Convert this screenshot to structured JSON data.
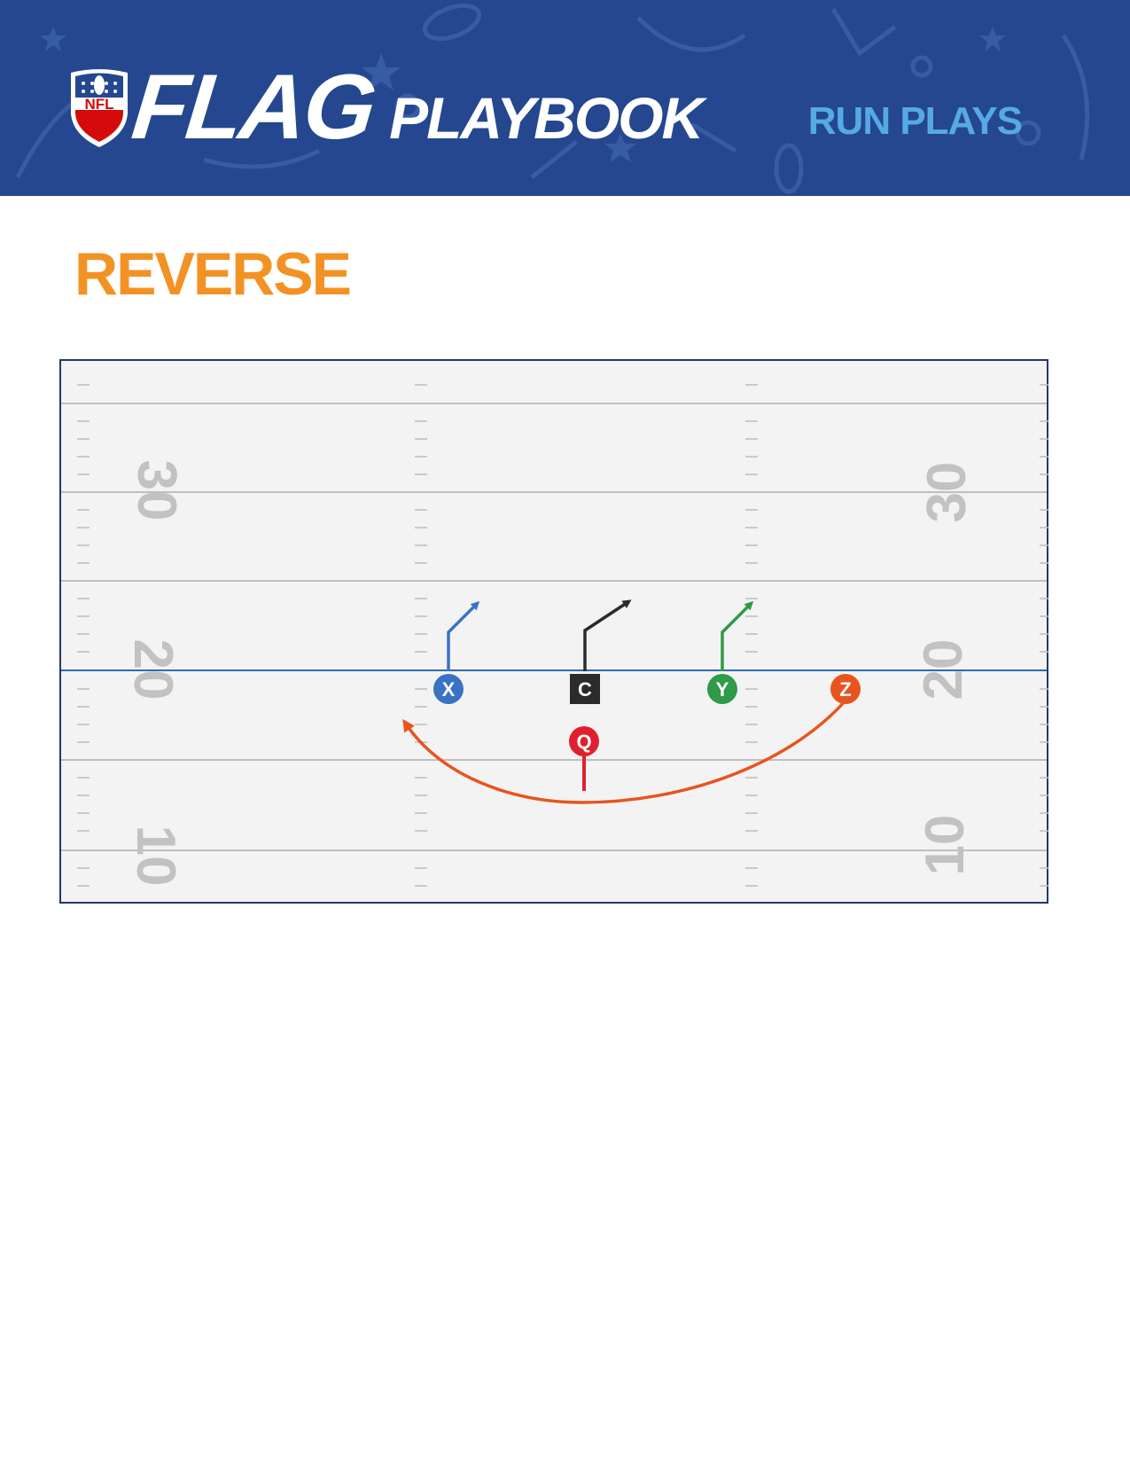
{
  "header": {
    "logo_text": "NFL",
    "brand_flag": "FLAG",
    "brand_playbook": "PLAYBOOK",
    "section": "RUN PLAYS",
    "color_background": "#24478f",
    "color_section": "#56a9e4"
  },
  "play": {
    "title": "REVERSE",
    "title_color": "#f39224"
  },
  "field": {
    "yard_numbers": {
      "left": [
        "30",
        "20",
        "10"
      ],
      "right": [
        "30",
        "20",
        "10"
      ]
    },
    "line_of_scrimmage_color": "#2f6ab5",
    "players": [
      {
        "label": "X",
        "shape": "circle",
        "color": "#3a73c4"
      },
      {
        "label": "C",
        "shape": "square",
        "color": "#2b2b2b"
      },
      {
        "label": "Y",
        "shape": "circle",
        "color": "#2f9a47"
      },
      {
        "label": "Z",
        "shape": "circle",
        "color": "#e8541f"
      },
      {
        "label": "Q",
        "shape": "circle",
        "color": "#e0202e"
      }
    ],
    "routes": [
      {
        "player": "X",
        "type": "short-out",
        "color": "#3a73c4"
      },
      {
        "player": "C",
        "type": "short-out",
        "color": "#2b2b2b"
      },
      {
        "player": "Y",
        "type": "short-out",
        "color": "#2f9a47"
      },
      {
        "player": "Z",
        "type": "reverse-sweep",
        "color": "#e8541f"
      },
      {
        "player": "Q",
        "type": "handoff",
        "color": "#e0202e"
      }
    ]
  }
}
